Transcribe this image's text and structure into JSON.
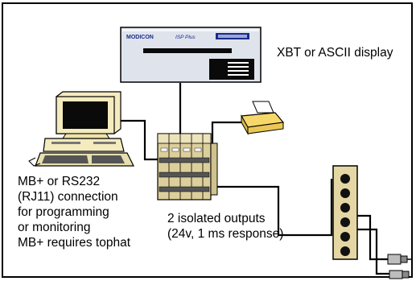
{
  "display": {
    "brand": "MODICON",
    "model": "ISP Plus",
    "caption": "XBT or ASCII display"
  },
  "connection_note": {
    "lines": [
      "MB+ or RS232",
      "(RJ11) connection",
      "for programming",
      "or monitoring",
      "MB+ requires tophat"
    ]
  },
  "outputs_note": {
    "lines": [
      "2 isolated outputs",
      "(24v, 1 ms response)"
    ]
  },
  "colors": {
    "frame": "#000000",
    "display_body": "#dfe4ec",
    "display_text": "#1b2a8c",
    "computer_beige": "#f4ebbe",
    "screen": "#0a0a0a",
    "printer_body": "#f6d86a",
    "io_block": "#dccf9b",
    "sensor_body": "#e5d7a3"
  },
  "icons": [
    "display-panel",
    "desktop-computer",
    "printer",
    "plc-io-module",
    "sensor-block",
    "connector-plug"
  ]
}
